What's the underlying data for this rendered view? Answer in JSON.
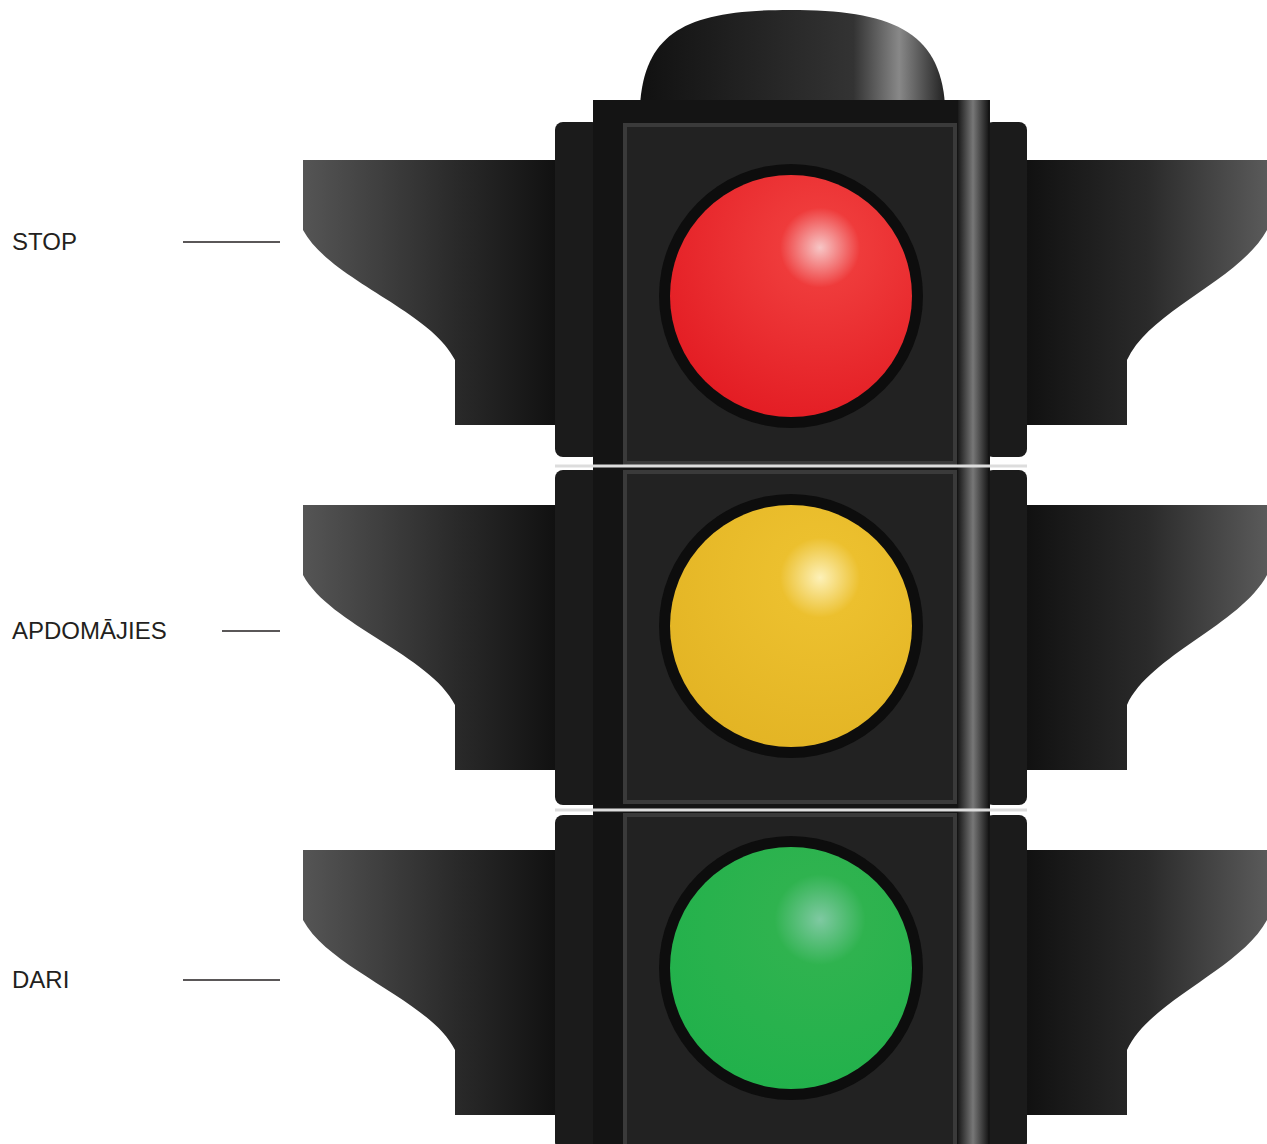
{
  "diagram": {
    "labels": [
      "STOP",
      "APDOMĀJIES",
      "DARI"
    ]
  }
}
